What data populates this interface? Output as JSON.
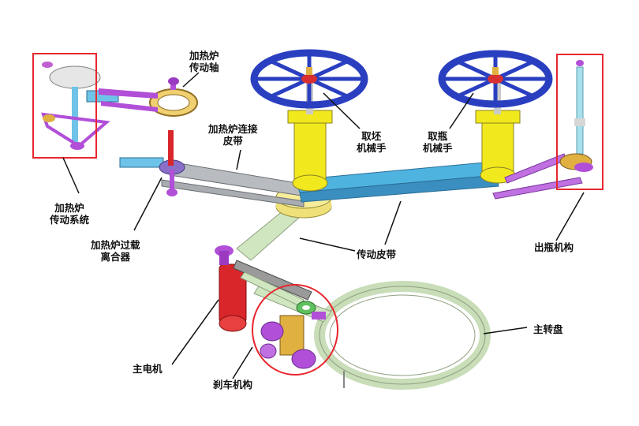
{
  "labels": {
    "heater_drive_shaft": [
      "加热炉",
      "传动轴"
    ],
    "heater_belt": [
      "加热炉连接",
      "皮带"
    ],
    "take_preform_arm": [
      "取坯",
      "机械手"
    ],
    "take_bottle_arm": [
      "取瓶",
      "机械手"
    ],
    "heater_drive_system": [
      "加热炉",
      "传动系统"
    ],
    "overload_clutch": [
      "加热炉过载",
      "离合器"
    ],
    "drive_belt": "传动皮带",
    "bottle_out": "出瓶机构",
    "main_turntable": "主转盘",
    "main_motor": "主电机",
    "brake": "刹车机构"
  },
  "colors": {
    "highlight_box": "#e8262e",
    "wheel_blue": "#2a3fc0",
    "column_yellow": "#f2e81e",
    "belt_blue": "#4fb3e0",
    "belt_gray": "#b8bcc0",
    "belt_green": "#cfe6c0",
    "link_magenta": "#b14fd8",
    "motor_red": "#d8262a"
  }
}
